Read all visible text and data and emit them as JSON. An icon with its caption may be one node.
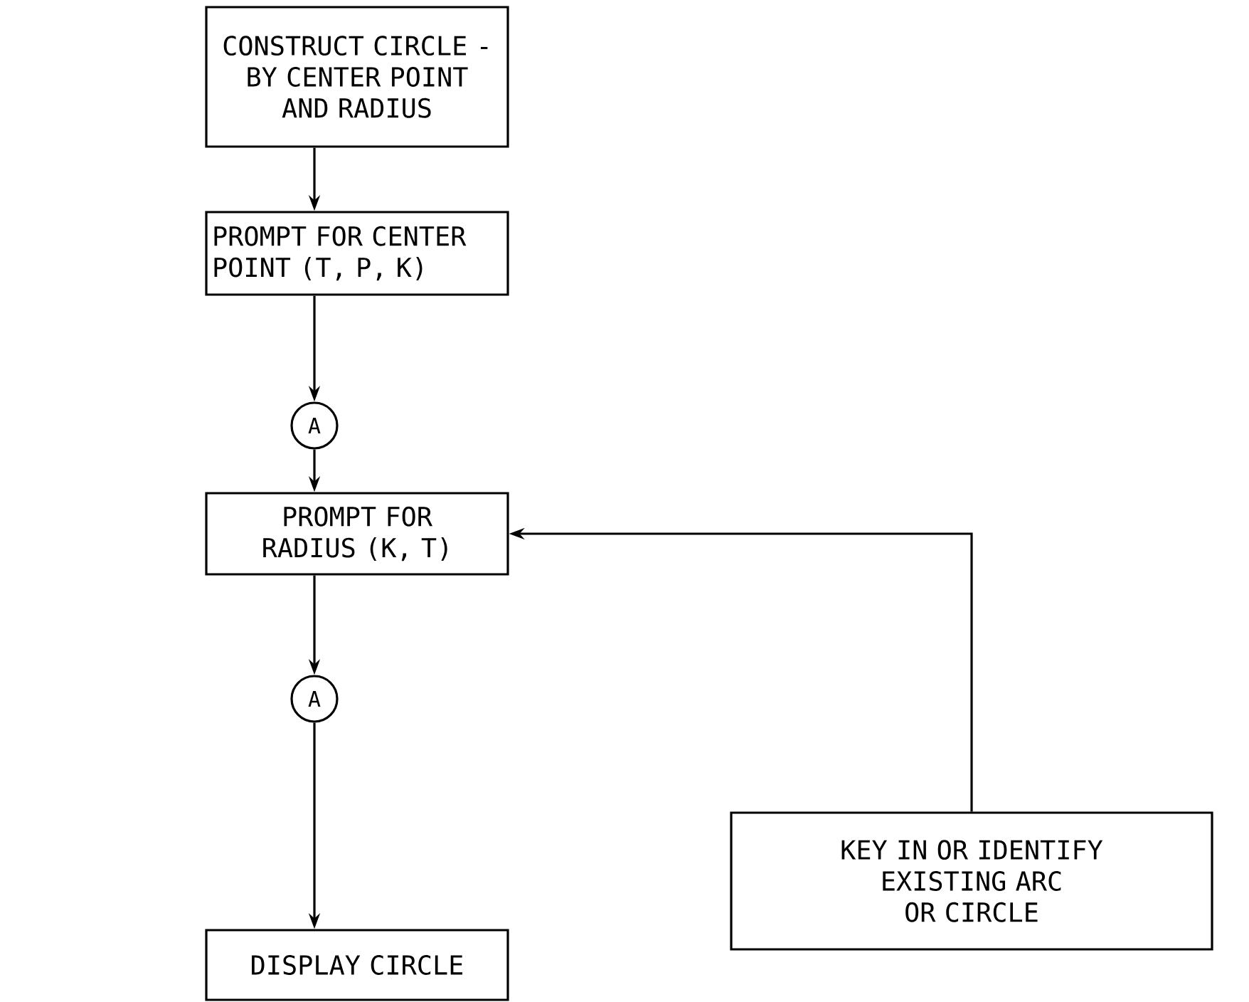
{
  "diagram": {
    "nodes": [
      {
        "text": [
          "CONSTRUCT CIRCLE - BY CENTER POINT AND RADIUS"
        ]
      },
      {
        "text": [
          "PROMPT FOR CENTER POINT (T, P, K)"
        ]
      },
      {
        "text": [
          "A"
        ]
      },
      {
        "text": [
          "PROMPT FOR RADIUS (K, T)"
        ]
      },
      {
        "text": [
          "A"
        ]
      },
      {
        "text": [
          "KEY IN OR IDENTIFY EXISTING ARC OR CIRCLE"
        ]
      },
      {
        "text": [
          "DISPLAY CIRCLE"
        ]
      }
    ],
    "edges": [
      {
        "from": 0,
        "to": 1,
        "arrow": "to"
      },
      {
        "from": 1,
        "to": 2,
        "arrow": "to"
      },
      {
        "from": 2,
        "to": 3,
        "arrow": "to"
      },
      {
        "from": 3,
        "to": 4,
        "arrow": "to"
      },
      {
        "from": 4,
        "to": 6,
        "arrow": "to"
      },
      {
        "from": 5,
        "to": 3,
        "arrow": "to"
      }
    ]
  }
}
